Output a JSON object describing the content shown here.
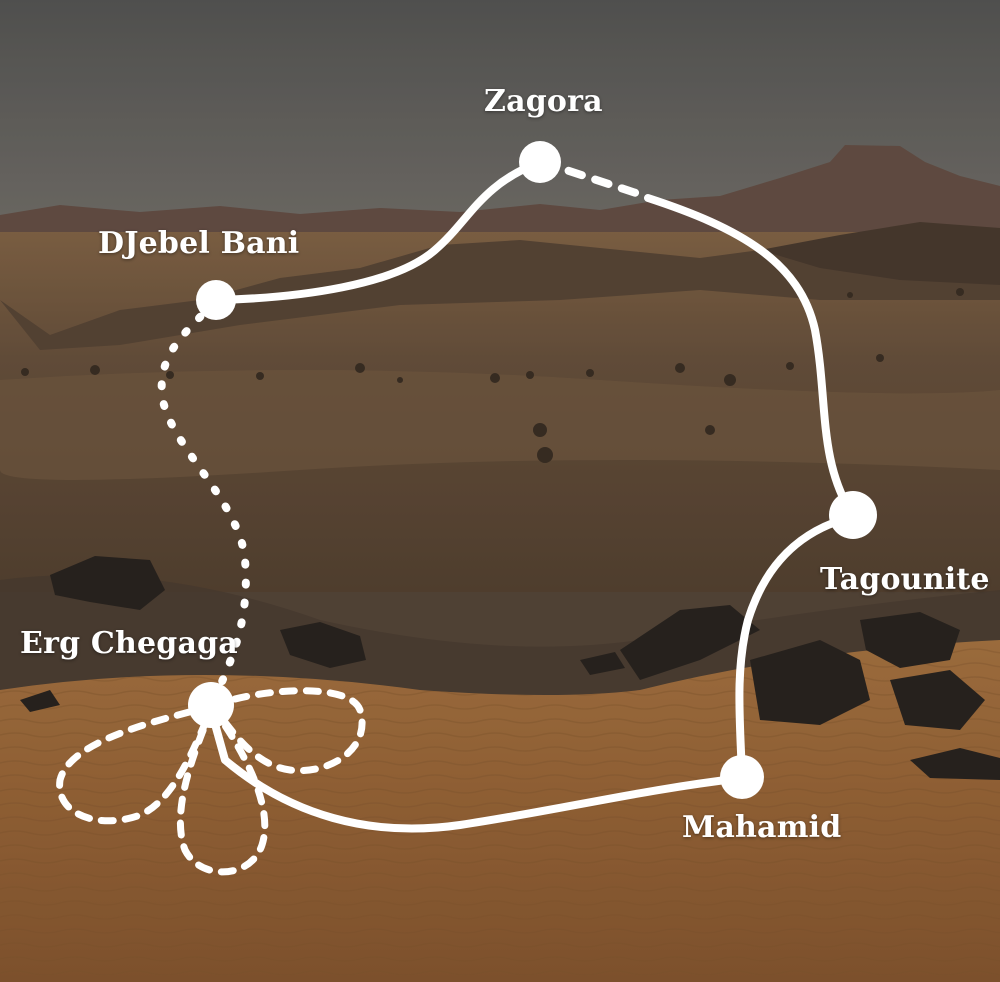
{
  "map": {
    "places": [
      {
        "id": "zagora",
        "label": "Zagora"
      },
      {
        "id": "djebel-bani",
        "label": "DJebel Bani"
      },
      {
        "id": "tagounite",
        "label": "Tagounite"
      },
      {
        "id": "erg-chegaga",
        "label": "Erg Chegaga"
      },
      {
        "id": "mahamid",
        "label": "Mahamid"
      }
    ],
    "route_color": "#ffffff"
  }
}
